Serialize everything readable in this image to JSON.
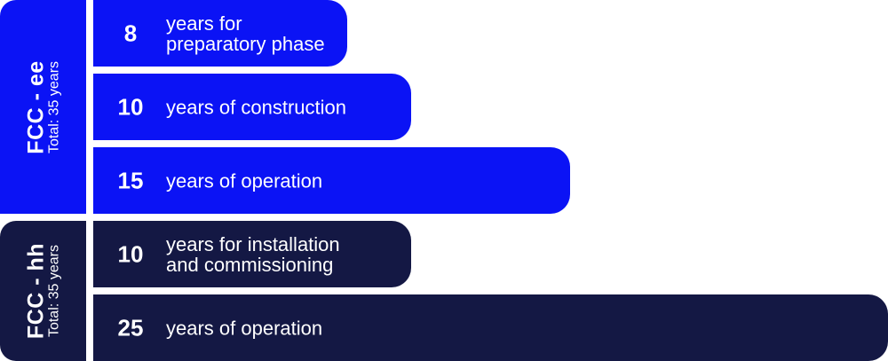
{
  "chart_data": {
    "type": "bar",
    "orientation": "horizontal",
    "xlim": [
      0,
      25
    ],
    "colors": {
      "FCC - ee": "#0b13f5",
      "FCC - hh": "#141844"
    },
    "groups": [
      {
        "name": "FCC - ee",
        "total": "Total: 35 years",
        "bars": [
          {
            "value": 8,
            "label": "years for\npreparatory phase"
          },
          {
            "value": 10,
            "label": "years of construction"
          },
          {
            "value": 15,
            "label": "years of operation"
          }
        ]
      },
      {
        "name": "FCC - hh",
        "total": "Total: 35 years",
        "bars": [
          {
            "value": 10,
            "label": "years for installation\nand commissioning"
          },
          {
            "value": 25,
            "label": "years of operation"
          }
        ]
      }
    ]
  }
}
